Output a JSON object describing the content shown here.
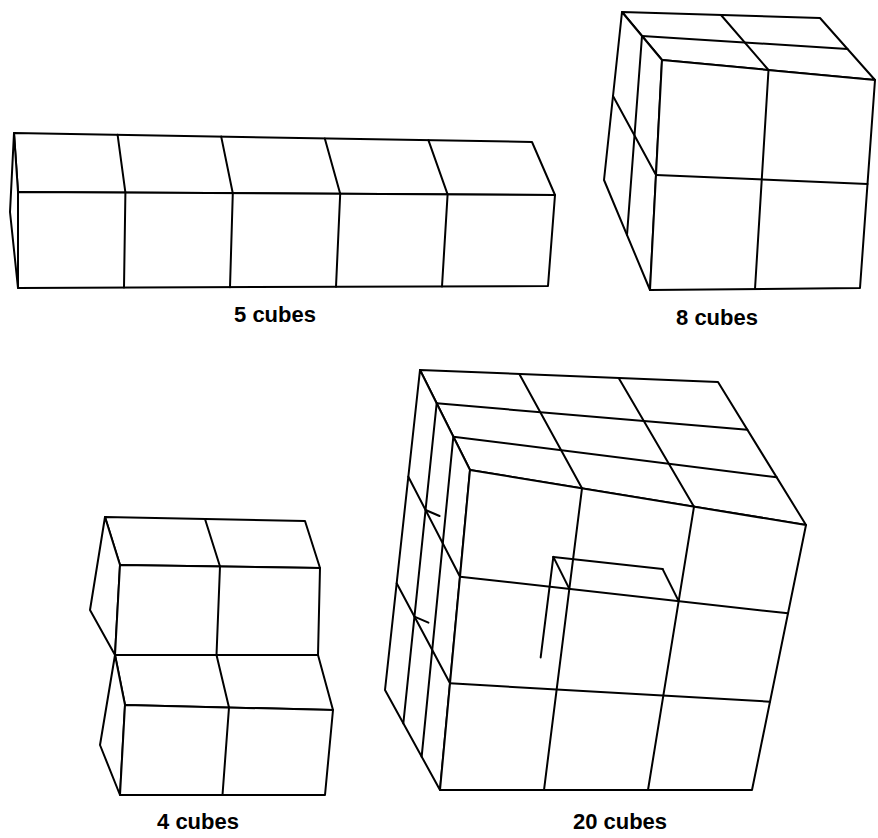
{
  "diagram": {
    "labels": [
      "5 cubes",
      "8 cubes",
      "4 cubes",
      "20 cubes"
    ]
  }
}
